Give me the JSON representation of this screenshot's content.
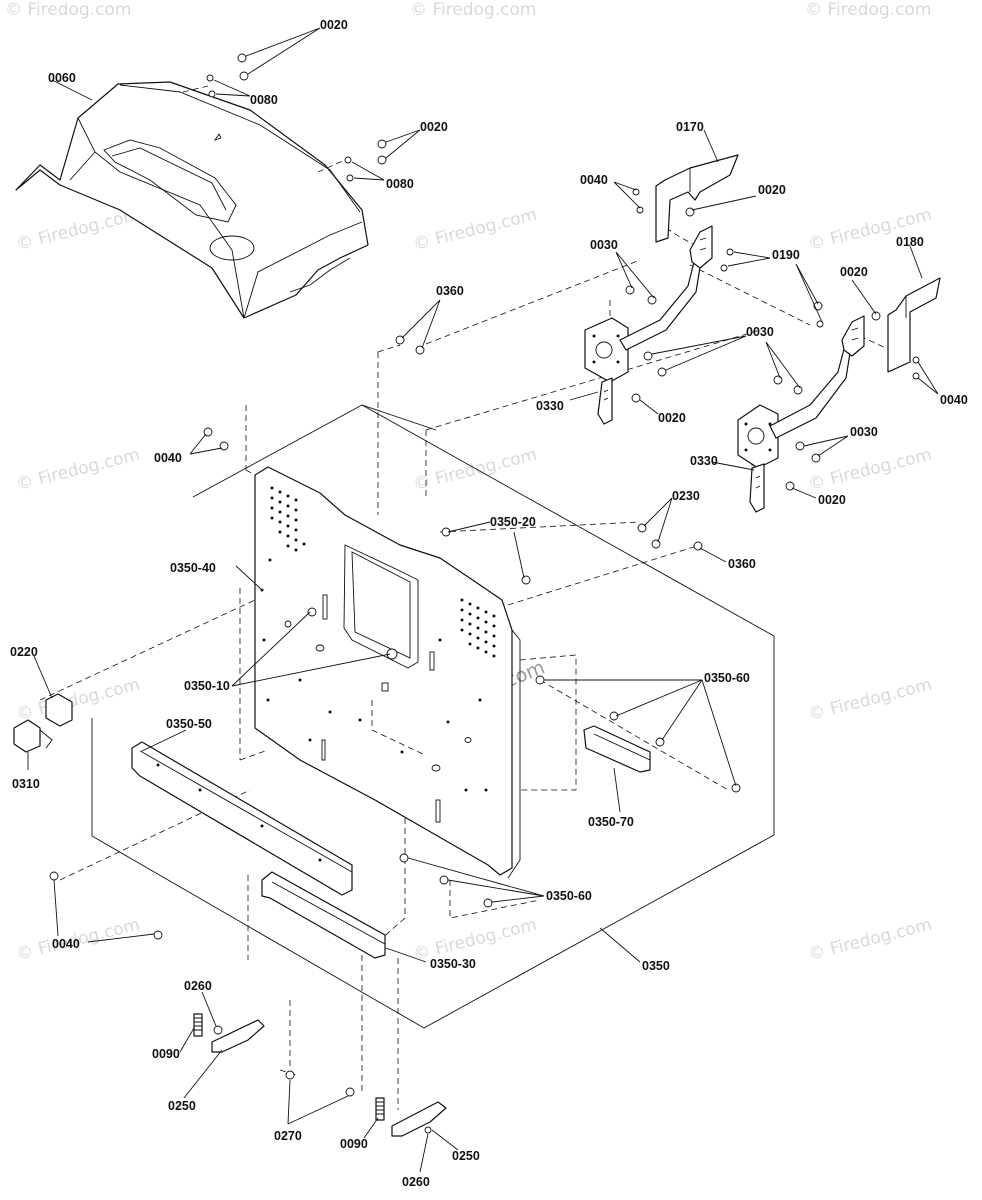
{
  "watermark": {
    "text": "© Firedog.com",
    "center_text": "© Firedog.com"
  },
  "callouts": {
    "c0020_a": "0020",
    "c0080_a": "0080",
    "c0060": "0060",
    "c0020_b": "0020",
    "c0080_b": "0080",
    "c0170": "0170",
    "c0040_a": "0040",
    "c0020_c": "0020",
    "c0030_a": "0030",
    "c0190": "0190",
    "c0180": "0180",
    "c0020_d": "0020",
    "c0360_a": "0360",
    "c0030_b": "0030",
    "c0330_a": "0330",
    "c0020_e": "0020",
    "c0040_b": "0040",
    "c0040_c": "0040",
    "c0030_c": "0030",
    "c0330_b": "0330",
    "c0020_f": "0020",
    "c0230": "0230",
    "c0350_20": "0350-20",
    "c0360_b": "0360",
    "c0350_40": "0350-40",
    "c0220": "0220",
    "c0350_10": "0350-10",
    "c0350_60_a": "0350-60",
    "c0350_50": "0350-50",
    "c0310": "0310",
    "c0350_70": "0350-70",
    "c0350_60_b": "0350-60",
    "c0040_d": "0040",
    "c0350_30": "0350-30",
    "c0350": "0350",
    "c0260_a": "0260",
    "c0090_a": "0090",
    "c0250_a": "0250",
    "c0270": "0270",
    "c0090_b": "0090",
    "c0250_b": "0250",
    "c0260_b": "0260"
  }
}
